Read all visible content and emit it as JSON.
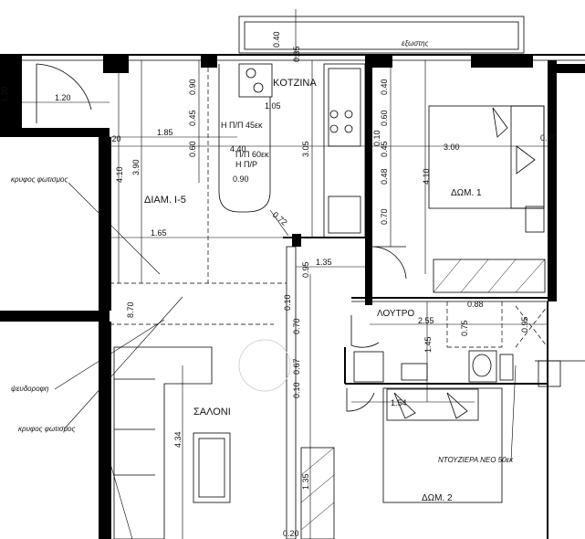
{
  "rooms": {
    "kitchen": "KOTZINA",
    "bedroom1": "ΔΩΜ. 1",
    "corridor": "ΔΙΑΜ. Ι-5",
    "bath": "ΛΟΥΤΡΟ",
    "living": "ΣΑΛΟΝΙ",
    "bedroom2": "ΔΩΜ. 2",
    "exterior": "εξωστης"
  },
  "notes": {
    "hidden_light_1": "κρυφος φωτισμος",
    "false_ceiling": "ψευδοροφη",
    "hidden_light_2": "κρυφος φωτισμος",
    "shower": "ΝΤΟΥΖΙΕΡΑ ΝΕΟ 50εκ"
  },
  "appliances": {
    "hob": "Η Π/Π 45εκ",
    "oven": "Π/Π 60εκ",
    "fridge": "Η Π/Ρ"
  },
  "dimensions": {
    "d_0_40_top": "0.40",
    "d_0_35_top": "0.35",
    "d_1_20_left": "1.20",
    "d_1_20": "1.20",
    "d_0_90_a": "0.90",
    "d_0_45_a": "0.45",
    "d_0_60_a": "0.60",
    "d_1_05": "1.05",
    "d_0_20_left": "0.20",
    "d_1_85": "1.85",
    "d_4_40": "4.40",
    "d_0_90_b": "0.90",
    "d_4_10_left": "4.10",
    "d_3_90": "3.90",
    "d_3_05": "3.05",
    "d_0_40_k": "0.40",
    "d_0_60_k": "0.60",
    "d_0_10": "0.10",
    "d_0_45_k": "0.45",
    "d_0_48": "0.48",
    "d_0_70_k": "0.70",
    "d_3_00": "3.00",
    "d_0_20_right": "0.20",
    "d_4_10_right": "4.10",
    "d_0_72": "0.72",
    "d_1_65": "1.65",
    "d_0_95": "0.95",
    "d_1_35": "1.35",
    "d_8_70": "8.70",
    "d_0_10_b": "0.10",
    "d_0_70_b": "0.70",
    "d_2_55": "2.55",
    "d_0_88": "0.88",
    "d_0_75": "0.75",
    "d_0_95_b": "0.95",
    "d_1_45": "1.45",
    "d_0_67": "0.67",
    "d_0_10_c": "0.10",
    "d_1_54": "1.54",
    "d_4_34": "4.34",
    "d_1_35_b": "1.35",
    "d_0_20_bottom": "0.20"
  }
}
